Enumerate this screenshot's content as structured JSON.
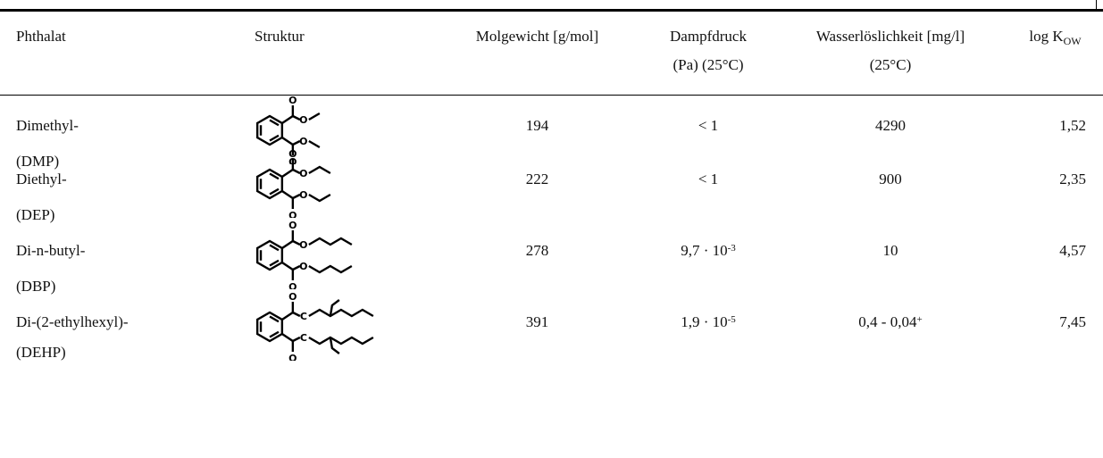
{
  "headers": {
    "name": "Phthalat",
    "structure": "Struktur",
    "mw": "Molgewicht [g/mol]",
    "vp_line1": "Dampfdruck",
    "vp_line2": "(Pa) (25°C)",
    "ws_line1": "Wasserlöslichkeit [mg/l]",
    "ws_line2": "(25°C)",
    "kow_prefix": "log K",
    "kow_sub": "OW"
  },
  "rows": [
    {
      "name1": "Dimethyl-",
      "name2": "(DMP)",
      "mw": "194",
      "vp": "< 1",
      "vp_exp": "",
      "ws": "4290",
      "ws_sup": "",
      "kow": "1,52",
      "chain": "methyl"
    },
    {
      "name1": "Diethyl-",
      "name2": "(DEP)",
      "mw": "222",
      "vp": "< 1",
      "vp_exp": "",
      "ws": "900",
      "ws_sup": "",
      "kow": "2,35",
      "chain": "ethyl"
    },
    {
      "name1": "Di-n-butyl-",
      "name2": "(DBP)",
      "mw": "278",
      "vp": "9,7 · 10",
      "vp_exp": "-3",
      "ws": "10",
      "ws_sup": "",
      "kow": "4,57",
      "chain": "butyl"
    },
    {
      "name1": "Di-(2-ethylhexyl)-",
      "name2": "(DEHP)",
      "mw": "391",
      "vp": "1,9 · 10",
      "vp_exp": "-5",
      "ws": "0,4 - 0,04",
      "ws_sup": "+",
      "kow": "7,45",
      "chain": "ethylhexyl"
    }
  ],
  "structure_atoms": {
    "oxygen": "O",
    "carbon": "C"
  }
}
